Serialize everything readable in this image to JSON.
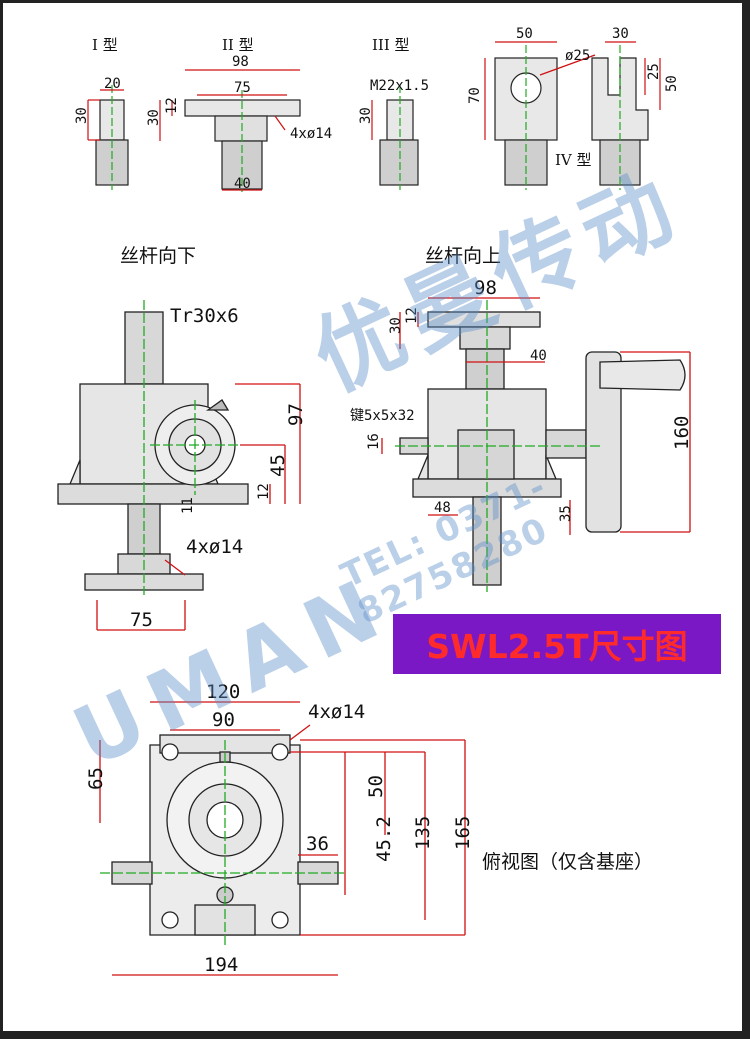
{
  "types": {
    "t1": "I 型",
    "t2": "II 型",
    "t3": "III 型",
    "t4": "IV 型"
  },
  "type1": {
    "w": "20",
    "h": "30"
  },
  "type2": {
    "overall": "98",
    "pcd": "75",
    "thick": "12",
    "h": "30",
    "holes": "4xø14",
    "boss": "40"
  },
  "type3": {
    "thread": "M22x1.5",
    "h": "30"
  },
  "type4": {
    "w": "50",
    "bore": "ø25",
    "h": "70",
    "side_w": "30",
    "slot": "25",
    "side_h": "50"
  },
  "view_down": {
    "title": "丝杆向下",
    "thread": "Tr30x6",
    "h97": "97",
    "h45": "45",
    "h12": "12",
    "h11": "11",
    "holes": "4xø14",
    "pcd": "75"
  },
  "view_up": {
    "title": "丝杆向上",
    "overall": "98",
    "h30": "30",
    "h12": "12",
    "boss": "40",
    "key": "键5x5x32",
    "shaft": "16",
    "wheel": "160",
    "base": "48",
    "h35": "35"
  },
  "banner": "SWL2.5T尺寸图",
  "top_view": {
    "caption": "俯视图（仅含基座）",
    "w120": "120",
    "w90": "90",
    "holes": "4xø14",
    "h65": "65",
    "h50": "50",
    "h45": "45.2",
    "h135": "135",
    "h165": "165",
    "w36": "36",
    "w194": "194"
  },
  "watermark": {
    "brand_cn": "优曼传动",
    "brand_en": "UMAN",
    "tel": "TEL: 0371-82758280"
  }
}
